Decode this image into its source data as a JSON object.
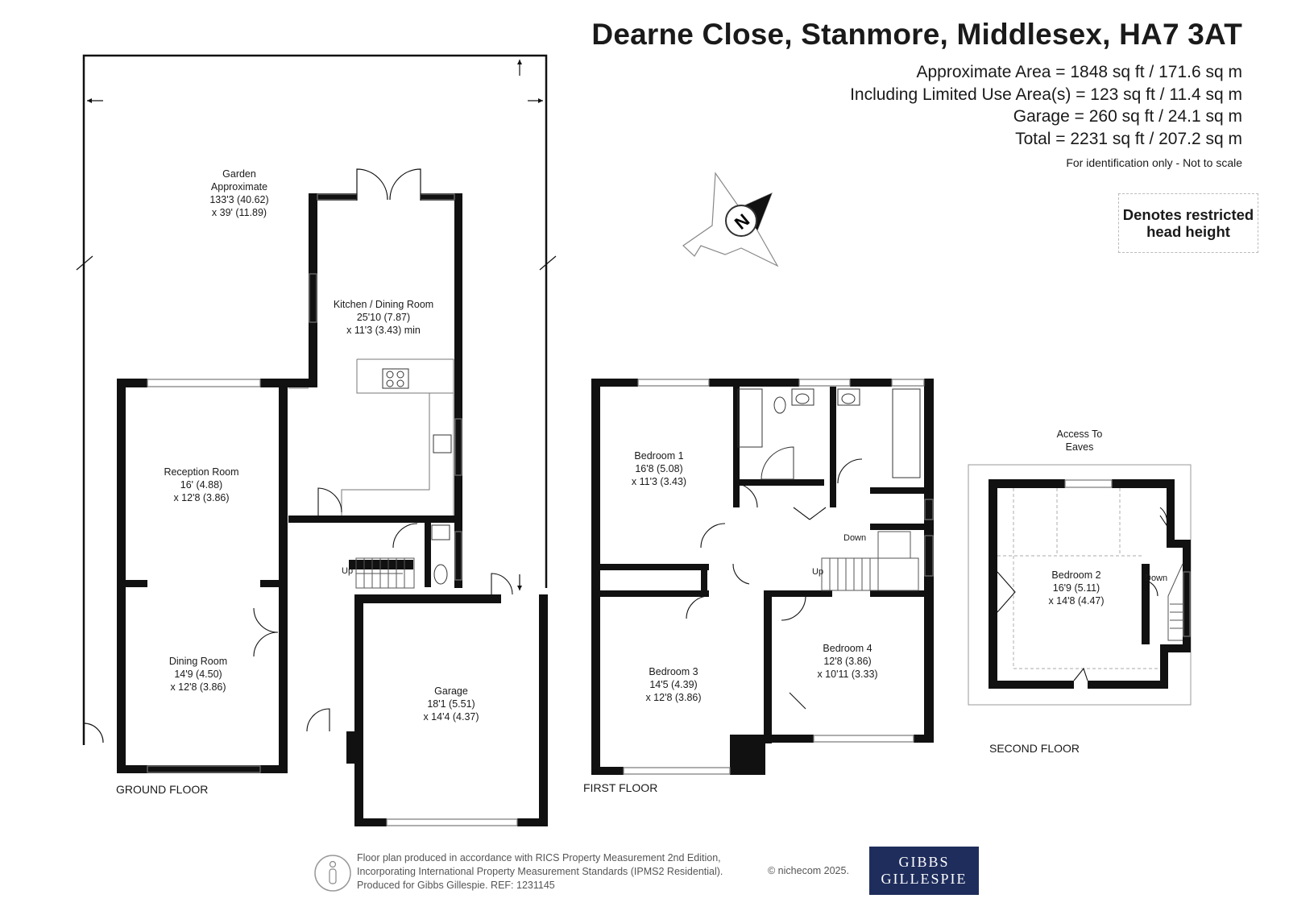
{
  "header": {
    "title": "Dearne Close, Stanmore, Middlesex, HA7 3AT",
    "approx_area": "Approximate Area = 1848 sq ft / 171.6 sq m",
    "limited_use": "Including Limited Use Area(s) = 123 sq ft / 11.4 sq m",
    "garage_area": "Garage = 260 sq ft / 24.1 sq m",
    "total_area": "Total = 2231 sq ft / 207.2 sq m",
    "identification": "For identification only - Not to scale"
  },
  "legend": {
    "restricted": "Denotes restricted head height"
  },
  "compass": {
    "letter": "N"
  },
  "ground_floor": {
    "label": "GROUND FLOOR",
    "garden": {
      "name": "Garden",
      "line2": "Approximate",
      "line3": "133'3 (40.62)",
      "line4": "x 39' (11.89)"
    },
    "kitchen": {
      "name": "Kitchen / Dining Room",
      "line2": "25'10 (7.87)",
      "line3": "x 11'3 (3.43) min"
    },
    "reception": {
      "name": "Reception Room",
      "line2": "16' (4.88)",
      "line3": "x 12'8 (3.86)"
    },
    "dining": {
      "name": "Dining Room",
      "line2": "14'9 (4.50)",
      "line3": "x 12'8 (3.86)"
    },
    "garage": {
      "name": "Garage",
      "line2": "18'1 (5.51)",
      "line3": "x 14'4 (4.37)"
    },
    "up": "Up"
  },
  "first_floor": {
    "label": "FIRST FLOOR",
    "bedroom1": {
      "name": "Bedroom 1",
      "line2": "16'8 (5.08)",
      "line3": "x 11'3 (3.43)"
    },
    "bedroom3": {
      "name": "Bedroom 3",
      "line2": "14'5 (4.39)",
      "line3": "x 12'8 (3.86)"
    },
    "bedroom4": {
      "name": "Bedroom 4",
      "line2": "12'8 (3.86)",
      "line3": "x 10'11 (3.33)"
    },
    "up": "Up",
    "down": "Down"
  },
  "second_floor": {
    "label": "SECOND FLOOR",
    "eaves": {
      "line1": "Access To",
      "line2": "Eaves"
    },
    "bedroom2": {
      "name": "Bedroom 2",
      "line2": "16'9 (5.11)",
      "line3": "x 14'8 (4.47)"
    },
    "down": "Down"
  },
  "footer": {
    "line1": "Floor plan produced in accordance with RICS Property Measurement 2nd Edition,",
    "line2": "Incorporating International Property Measurement Standards (IPMS2 Residential).",
    "line3": "Produced for Gibbs Gillespie.   REF:  1231145",
    "copyright": "© nichecom 2025."
  },
  "logo": {
    "line1": "GIBBS",
    "line2": "GILLESPIE"
  },
  "colors": {
    "wall": "#111111",
    "logo_bg": "#1f2d5c",
    "dashed": "#bbbbbb"
  }
}
